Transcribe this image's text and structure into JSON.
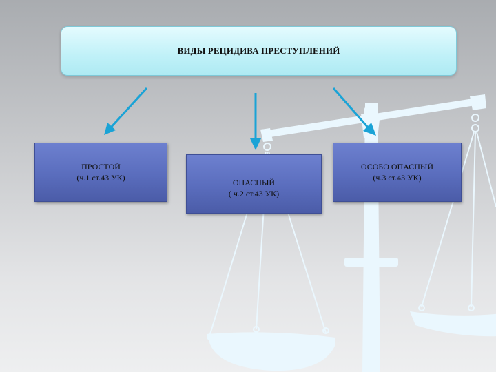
{
  "title": "ВИДЫ РЕЦИДИВА ПРЕСТУПЛЕНИЙ",
  "types": [
    {
      "name": "ПРОСТОЙ",
      "ref": "(ч.1 ст.43 УК)"
    },
    {
      "name": "ОПАСНЫЙ",
      "ref": "( ч.2 ст.43 УК)"
    },
    {
      "name": "ОСОБО ОПАСНЫЙ",
      "ref": "(ч.3 ст.43 УК)"
    }
  ],
  "colors": {
    "title_fill": "#c0f1f8",
    "box_fill": "#5a6dbd",
    "arrow": "#1aa3d6",
    "scales": "#e9f7ff"
  },
  "background_icon": "scales-of-justice-icon"
}
